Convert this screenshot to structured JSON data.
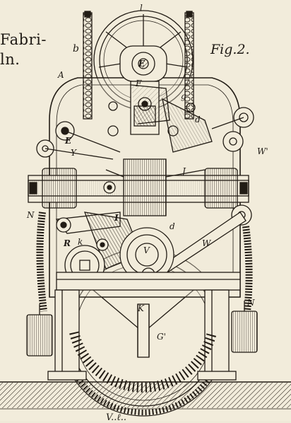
{
  "side_text": {
    "line1": "Fabri-",
    "line2": "ln."
  },
  "figure_title": "Fig.2.",
  "labels": {
    "l": "l",
    "b": "b",
    "A": "A",
    "E_top": "E",
    "E_left": "E",
    "F": "F",
    "g": "g",
    "d": "d",
    "Y": "Y",
    "W_prime": "W'",
    "J": "J",
    "N_left": "N",
    "N_right": "N",
    "I": "I",
    "d_lower": "d",
    "R": "R",
    "k": "k",
    "V": "V",
    "W": "W",
    "K": "K",
    "G_prime": "G'"
  },
  "bottom_fragment": "V..ℓ.."
}
